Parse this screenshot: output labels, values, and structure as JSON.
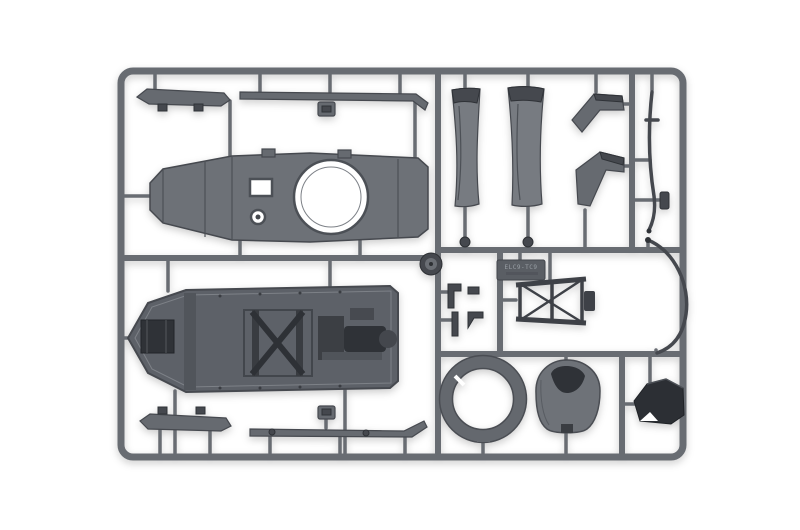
{
  "image": {
    "type": "product-photo",
    "subject": "Gray plastic model-kit sprue (injection frame) with molded military vehicle parts on a white background"
  },
  "colors": {
    "background": "#ffffff",
    "runner": "#686c72",
    "part_light": "#777b81",
    "part_mid": "#666a70",
    "part_roof": "#6d7177",
    "part_tub": "#5d6168",
    "part_dark": "#45484e",
    "part_darkest": "#2f3237",
    "edge": "#46494f",
    "detail": "#4c5056",
    "hole": "#ffffff",
    "plate_text": "#9aa0a6"
  },
  "sprue": {
    "plate_code": "ELC9-TC9",
    "parts": [
      {
        "id": "top-fender-strip",
        "label": "Thin fender strip (top left)"
      },
      {
        "id": "top-long-strip",
        "label": "Long trim strip (top)"
      },
      {
        "id": "side-panel-a",
        "label": "Vertical side panel A"
      },
      {
        "id": "side-panel-b",
        "label": "Vertical side panel B"
      },
      {
        "id": "fender-upper",
        "label": "Angled fender piece (upper right)"
      },
      {
        "id": "fender-lower",
        "label": "Angled fender piece (lower)"
      },
      {
        "id": "antenna-rod",
        "label": "Thin antenna rod"
      },
      {
        "id": "tow-cable",
        "label": "Curved tow cable"
      },
      {
        "id": "upper-hull-deck",
        "label": "Upper hull deck with turret ring opening"
      },
      {
        "id": "lower-hull-tub",
        "label": "Lower hull tub with interior detail"
      },
      {
        "id": "wheel-hub",
        "label": "Wheel hub disc"
      },
      {
        "id": "id-plate",
        "label": "Sprue identification plate"
      },
      {
        "id": "small-brackets",
        "label": "Small bracket parts"
      },
      {
        "id": "mount-frame",
        "label": "Mount frame with cross brace"
      },
      {
        "id": "turret-ring",
        "label": "Turret ring hoop"
      },
      {
        "id": "gun-shield",
        "label": "Gun shield / mantlet"
      },
      {
        "id": "dark-cover",
        "label": "Dark angular cover piece"
      },
      {
        "id": "bottom-fender-strip",
        "label": "Thin fender strip (bottom left)"
      },
      {
        "id": "bottom-long-strip",
        "label": "Long trim strip (bottom)"
      },
      {
        "id": "bolt-fittings",
        "label": "Small bolt fittings"
      }
    ]
  }
}
